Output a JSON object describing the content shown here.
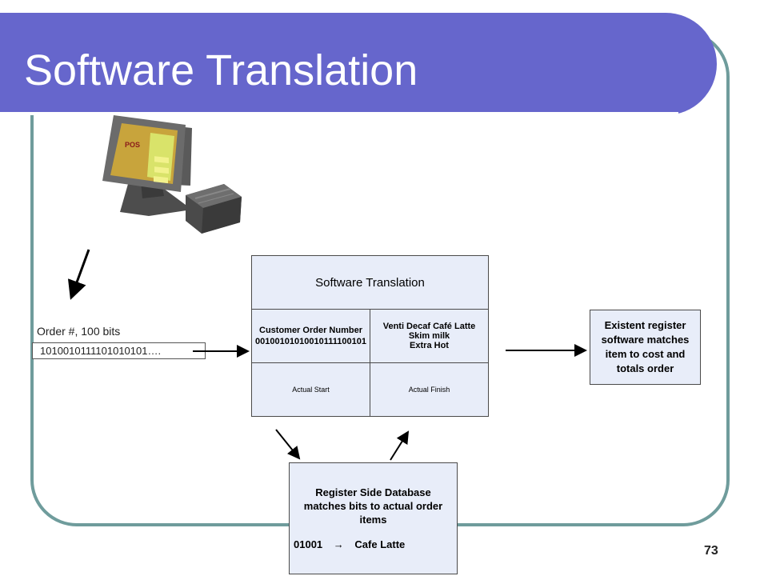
{
  "slide": {
    "title": "Software Translation",
    "page_number": "73"
  },
  "input": {
    "label": "Order #, 100 bits",
    "bits": "1010010111101010101…."
  },
  "translation_table": {
    "header": "Software Translation",
    "cell_start_bold": "Customer Order Number",
    "cell_start_bits": "00100101010010111100101",
    "cell_finish_line1": "Venti Decaf Café Latte",
    "cell_finish_line2": "Skim milk",
    "cell_finish_line3": "Extra Hot",
    "actual_start": "Actual Start",
    "actual_finish": "Actual Finish"
  },
  "register_box": {
    "text": "Existent register software matches item to cost and totals order"
  },
  "database_box": {
    "text": "Register Side Database matches bits to actual order items",
    "mapping_code": "01001",
    "mapping_arrow": "→",
    "mapping_item": "Cafe Latte"
  },
  "terminal_screen": {
    "logo_text": "POS"
  },
  "colors": {
    "title_bar": "#6666cc",
    "frame": "#6f9c9c",
    "box_fill": "#e8edf9"
  }
}
